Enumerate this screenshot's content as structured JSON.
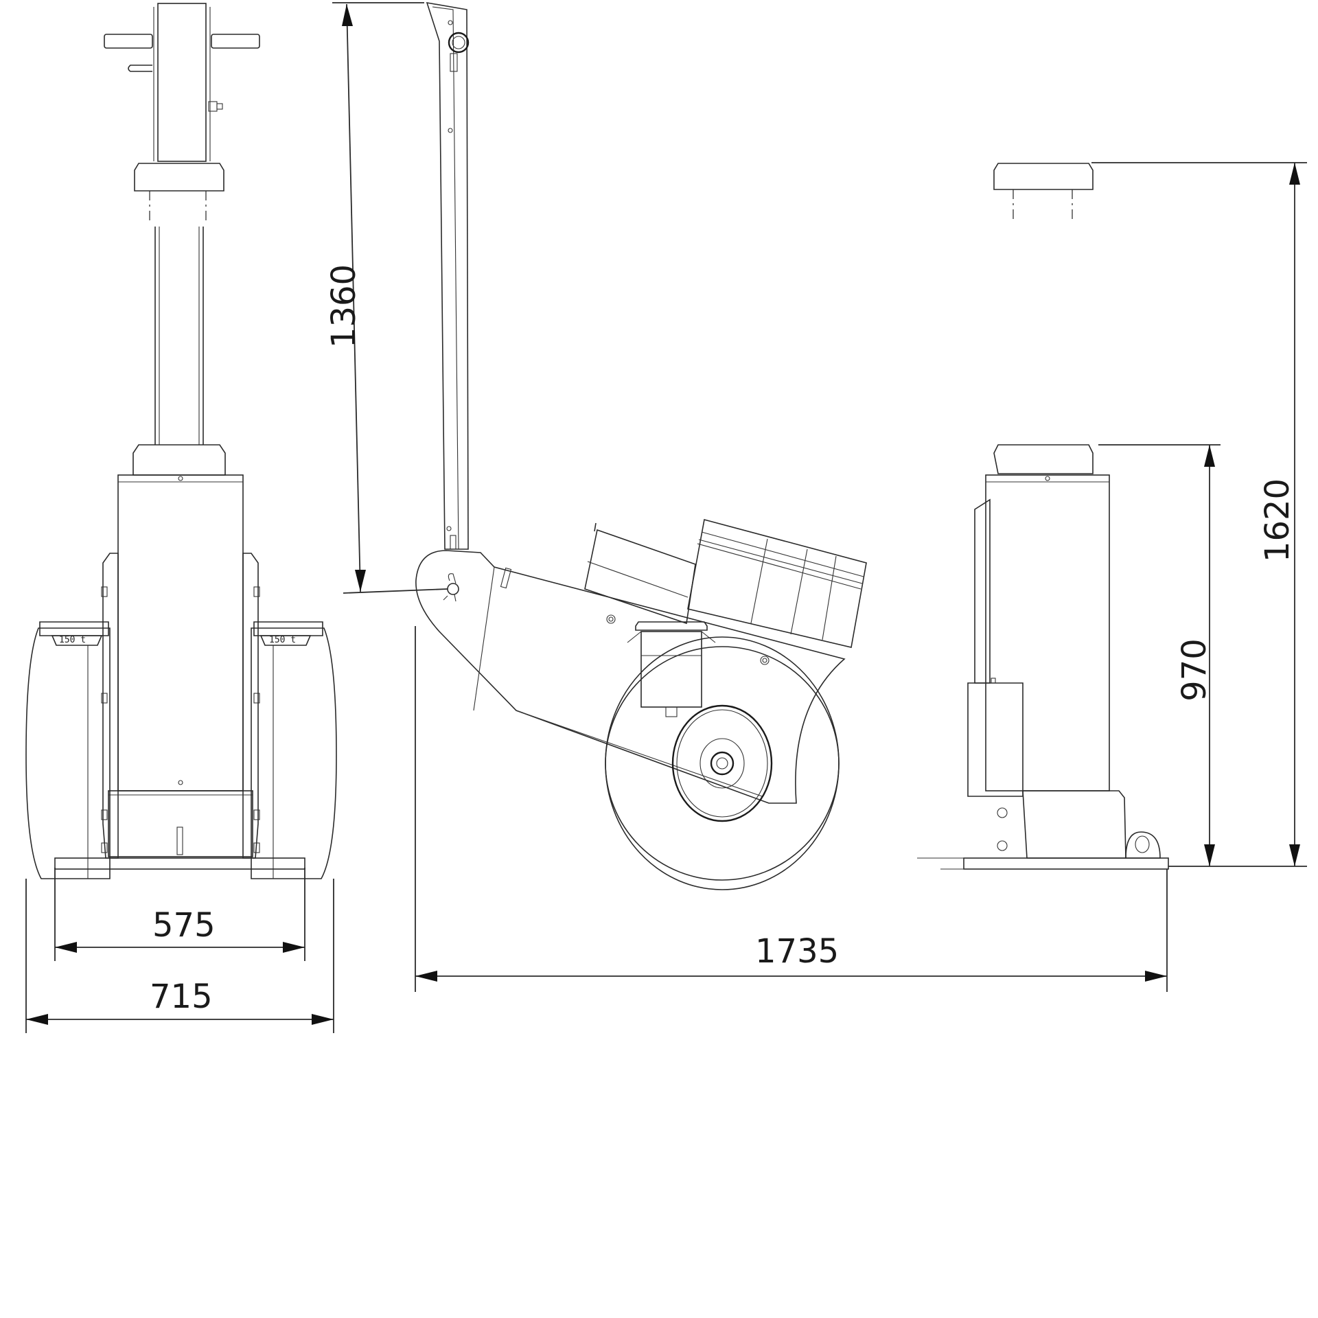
{
  "drawing": {
    "subject": "Hydraulic jack technical drawing",
    "views": [
      "front-view",
      "side-view"
    ],
    "units": "mm"
  },
  "front_view": {
    "capacity_label_left": "150 t",
    "capacity_label_right": "150 t"
  },
  "dimensions": {
    "wheel_track": "575",
    "overall_width": "715",
    "overall_length": "1735",
    "handle_height": "1360",
    "min_height": "970",
    "max_height": "1620"
  },
  "colors": {
    "line": "#2a2a2a",
    "background": "#ffffff"
  }
}
